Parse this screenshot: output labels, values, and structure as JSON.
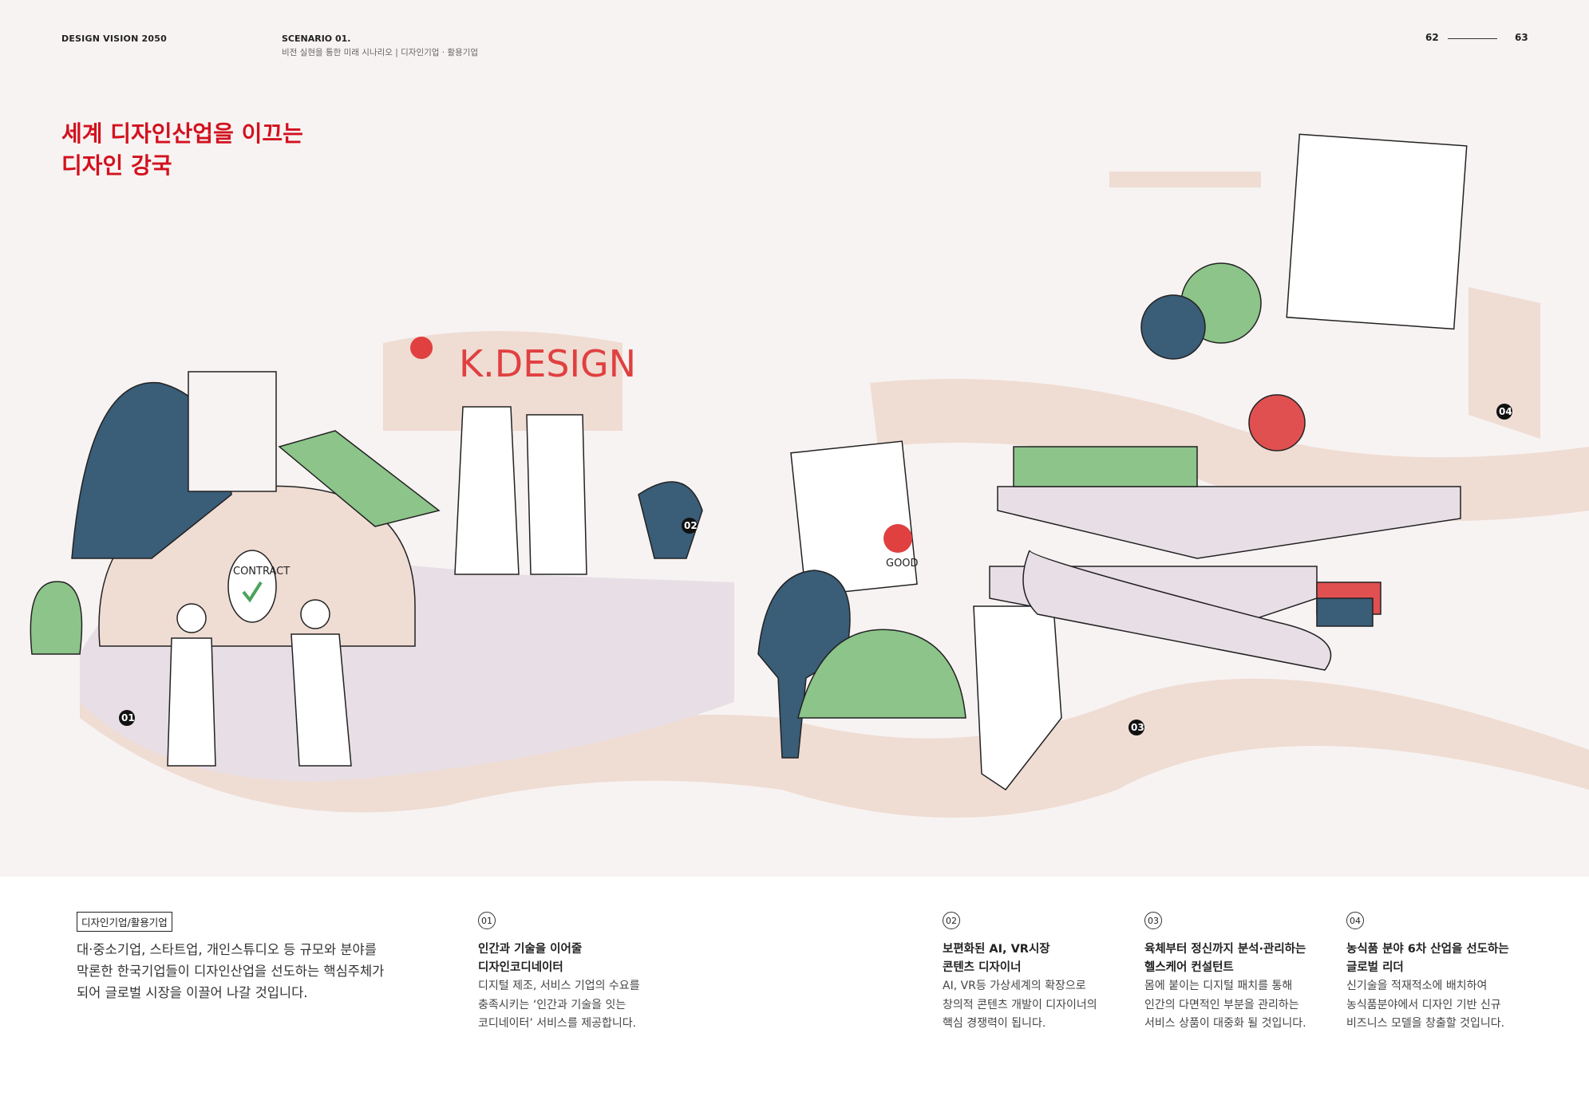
{
  "header": {
    "brand": "DESIGN VISION 2050",
    "scenario": "SCENARIO  01.",
    "subtitle": "비전 실현을 통한 미래 시나리오 | 디자인기업 · 활용기업",
    "page_left": "62",
    "page_right": "63"
  },
  "title": {
    "line1": "세계 디자인산업을 이끄는",
    "line2": "디자인 강국"
  },
  "illustration": {
    "sign_text": "K.DESIGN",
    "contract_text": "CONTRACT",
    "good_text": "GOOD",
    "markers": [
      "01",
      "02",
      "03",
      "04"
    ]
  },
  "intro": {
    "tag": "디자인기업/활용기업",
    "lines": [
      "대·중소기업, 스타트업, 개인스튜디오 등 규모와 분야를",
      "막론한 한국기업들이 디자인산업을 선도하는 핵심주체가",
      "되어 글로벌 시장을 이끌어 나갈 것입니다."
    ]
  },
  "columns": [
    {
      "num": "01",
      "title": [
        "인간과 기술을 이어줄",
        "디자인코디네이터"
      ],
      "body": [
        "디지털 제조, 서비스 기업의 수요를",
        "충족시키는 ‘인간과 기술을 잇는",
        "코디네이터’ 서비스를 제공합니다."
      ]
    },
    {
      "num": "02",
      "title": [
        "보편화된 AI, VR시장",
        "콘텐츠 디자이너"
      ],
      "body": [
        "AI, VR등 가상세계의 확장으로",
        "창의적 콘텐츠 개발이 디자이너의",
        "핵심 경쟁력이 됩니다."
      ]
    },
    {
      "num": "03",
      "title": [
        "육체부터 정신까지 분석·관리하는",
        "헬스케어 컨설턴트"
      ],
      "body": [
        "몸에 붙이는 디지털 패치를 통해",
        "인간의 다면적인 부분을 관리하는",
        "서비스 상품이 대중화 될 것입니다."
      ]
    },
    {
      "num": "04",
      "title": [
        "농식품 분야 6차 산업을 선도하는",
        "글로벌 리더"
      ],
      "body": [
        "신기술을 적재적소에 배치하여",
        "농식품분야에서 디자인 기반 신규",
        "비즈니스 모델을 창출할 것입니다."
      ]
    }
  ],
  "colors": {
    "accent": "#d2111e",
    "navy": "#3a5d78",
    "green": "#8cc48a",
    "pink": "#efdcd3",
    "lilac": "#e8dfe6"
  }
}
